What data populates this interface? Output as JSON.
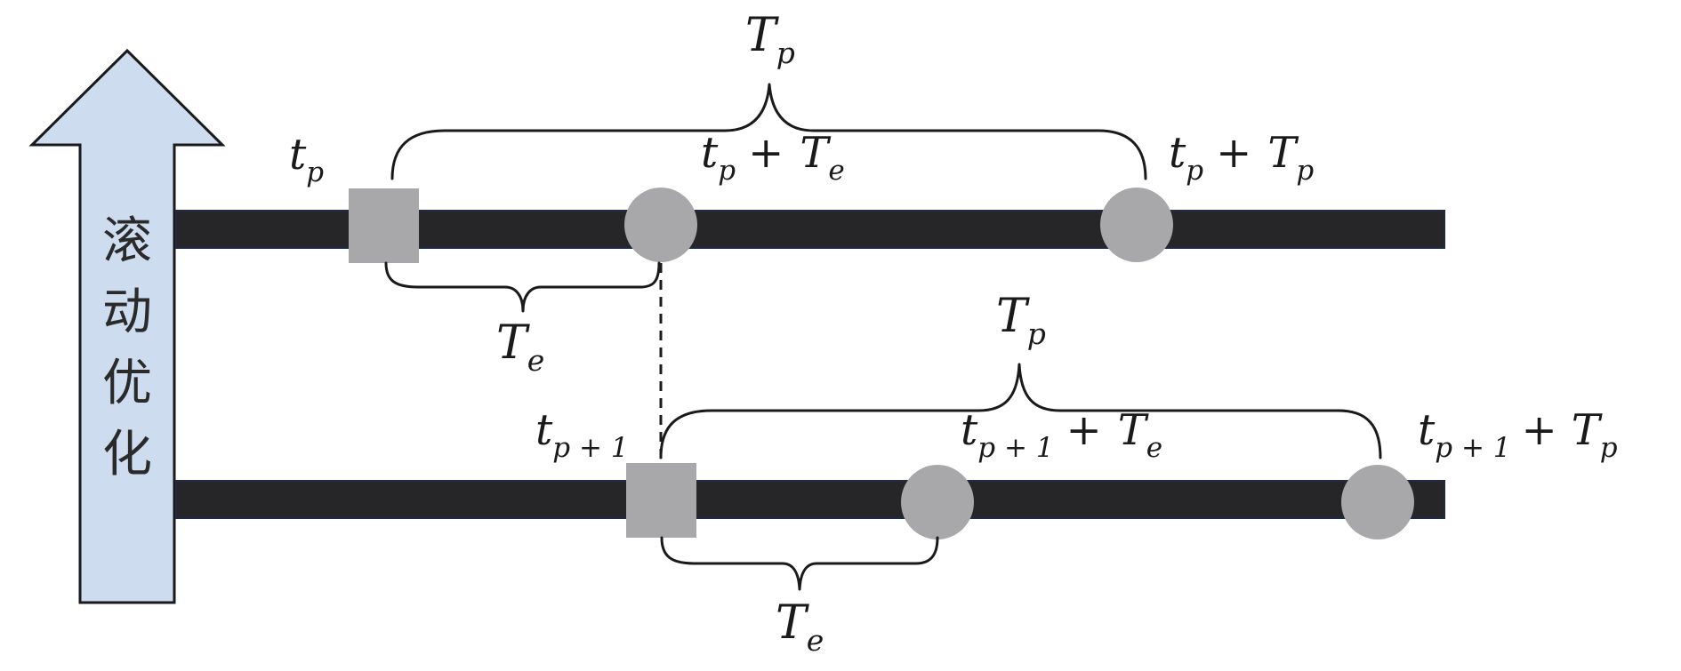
{
  "arrow": {
    "chars": [
      "滚",
      "动",
      "优",
      "化"
    ],
    "fill_color": "#cddcee",
    "stroke_color": "#1a1a1a"
  },
  "colors": {
    "bar": "#262528",
    "bar_edge": "#1f2a44",
    "marker": "#a8a7aa",
    "line": "#1a1a1a"
  },
  "rows": [
    {
      "start_label": {
        "base": "t",
        "sub": "p"
      },
      "mid_label": {
        "base": "t",
        "sub": "p",
        "op": "+",
        "base2": "T",
        "sub2": "e"
      },
      "end_label": {
        "base": "t",
        "sub": "p",
        "op": "+",
        "base2": "T",
        "sub2": "p"
      },
      "top_brace_label": {
        "base": "T",
        "sub": "p"
      },
      "bottom_brace_label": {
        "base": "T",
        "sub": "e"
      }
    },
    {
      "start_label": {
        "base": "t",
        "sub": "p + 1"
      },
      "mid_label": {
        "base": "t",
        "sub": "p + 1",
        "op": "+",
        "base2": "T",
        "sub2": "e"
      },
      "end_label": {
        "base": "t",
        "sub": "p + 1",
        "op": "+",
        "base2": "T",
        "sub2": "p"
      },
      "top_brace_label": {
        "base": "T",
        "sub": "p"
      },
      "bottom_brace_label": {
        "base": "T",
        "sub": "e"
      }
    }
  ],
  "marker_icons": {
    "start": "square-marker-icon",
    "end": "circle-marker-icon"
  }
}
